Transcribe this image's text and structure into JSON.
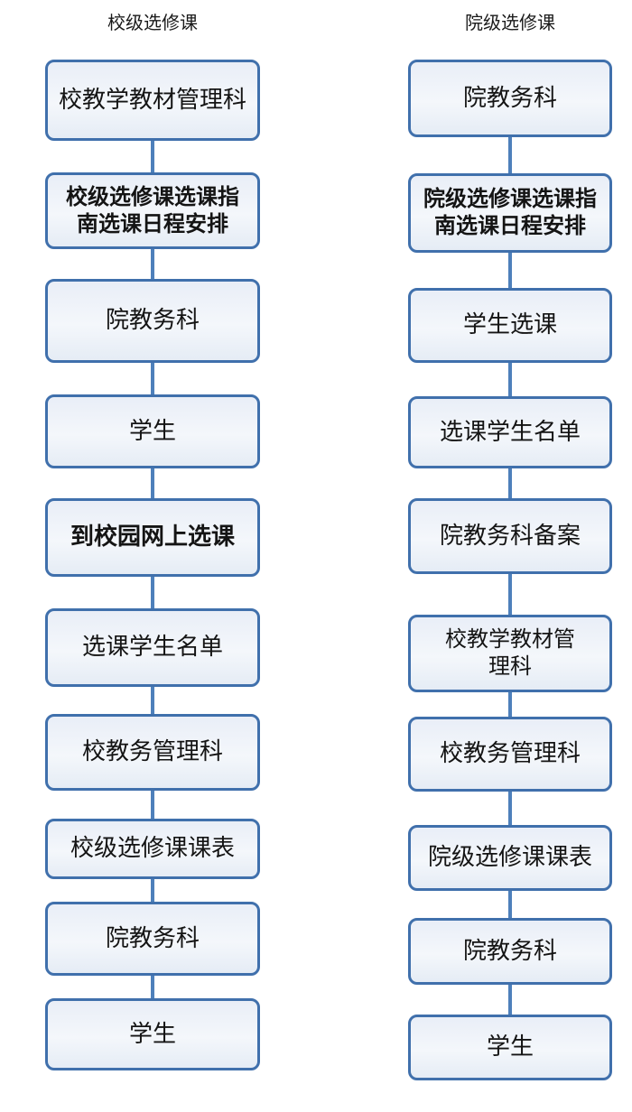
{
  "diagram": {
    "accent_color": "#4e80bb",
    "box_border_color": "#4070ac",
    "box_fill_color": "#edf2f9",
    "columns": [
      {
        "title": "校级选修课",
        "boxes": [
          {
            "label": "校教学教材管理科",
            "bold": false
          },
          {
            "label": "校级选修课选课指\n南选课日程安排",
            "bold": true
          },
          {
            "label": "院教务科",
            "bold": false
          },
          {
            "label": "学生",
            "bold": false
          },
          {
            "label": "到校园网上选课",
            "bold": true
          },
          {
            "label": "选课学生名单",
            "bold": false
          },
          {
            "label": "校教务管理科",
            "bold": false
          },
          {
            "label": "校级选修课课表",
            "bold": false
          },
          {
            "label": "院教务科",
            "bold": false
          },
          {
            "label": "学生",
            "bold": false
          }
        ]
      },
      {
        "title": "院级选修课",
        "boxes": [
          {
            "label": "院教务科",
            "bold": false
          },
          {
            "label": "院级选修课选课指\n南选课日程安排",
            "bold": true
          },
          {
            "label": "学生选课",
            "bold": false
          },
          {
            "label": "选课学生名单",
            "bold": false
          },
          {
            "label": "院教务科备案",
            "bold": false
          },
          {
            "label": "校教学教材管\n理科",
            "bold": false
          },
          {
            "label": "校教务管理科",
            "bold": false
          },
          {
            "label": "院级选修课课表",
            "bold": false
          },
          {
            "label": "院教务科",
            "bold": false
          },
          {
            "label": "学生",
            "bold": false
          }
        ]
      }
    ]
  }
}
